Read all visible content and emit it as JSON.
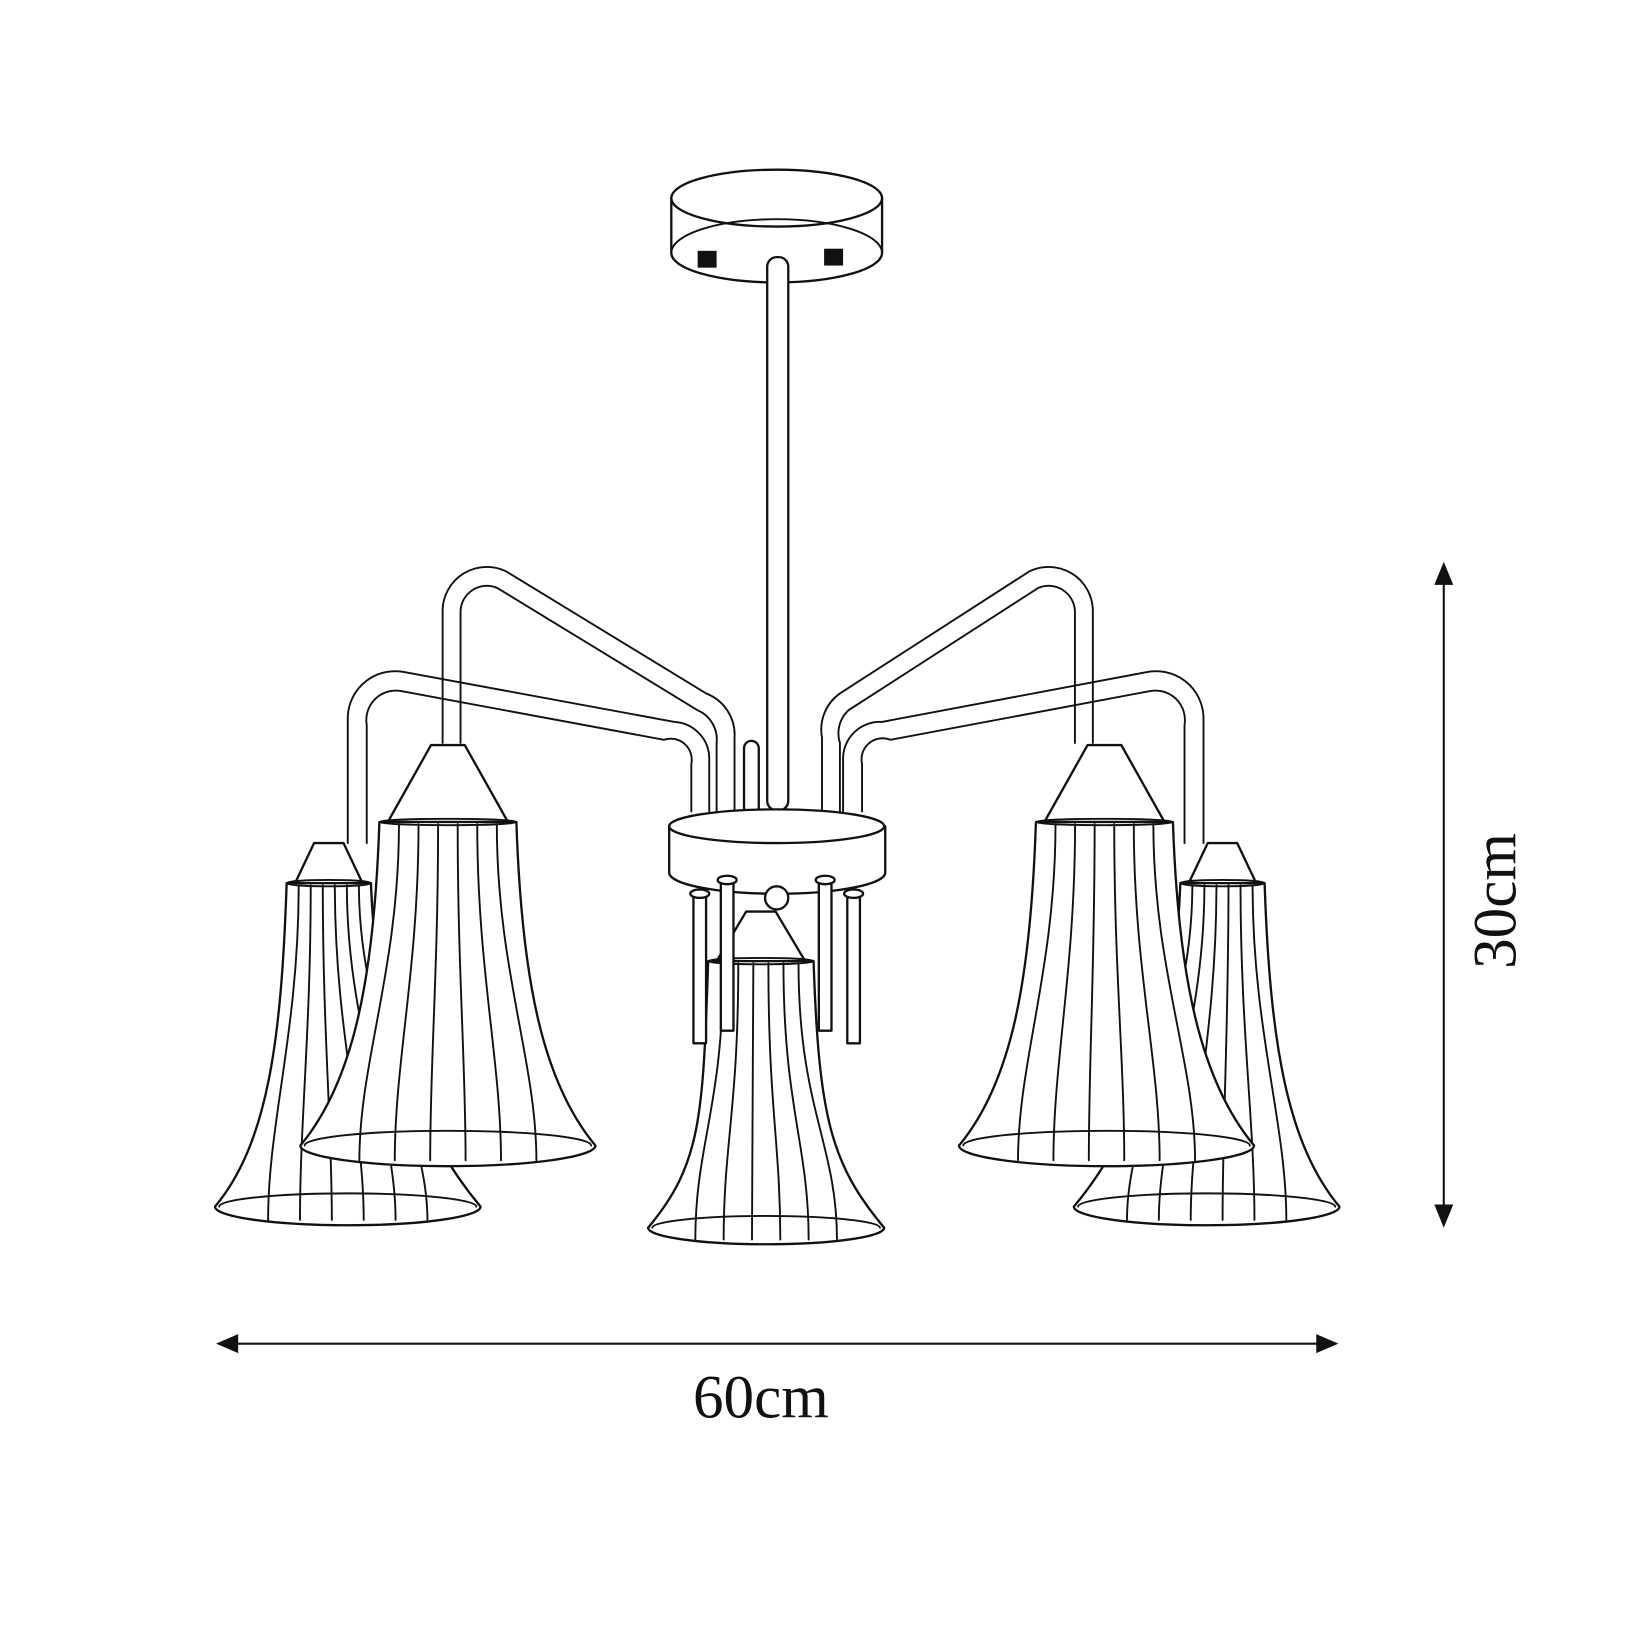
{
  "dimensions": {
    "width_label": "60cm",
    "height_label": "30cm"
  },
  "product": {
    "shade_count": 5,
    "line_color": "#111111",
    "background": "#ffffff"
  }
}
